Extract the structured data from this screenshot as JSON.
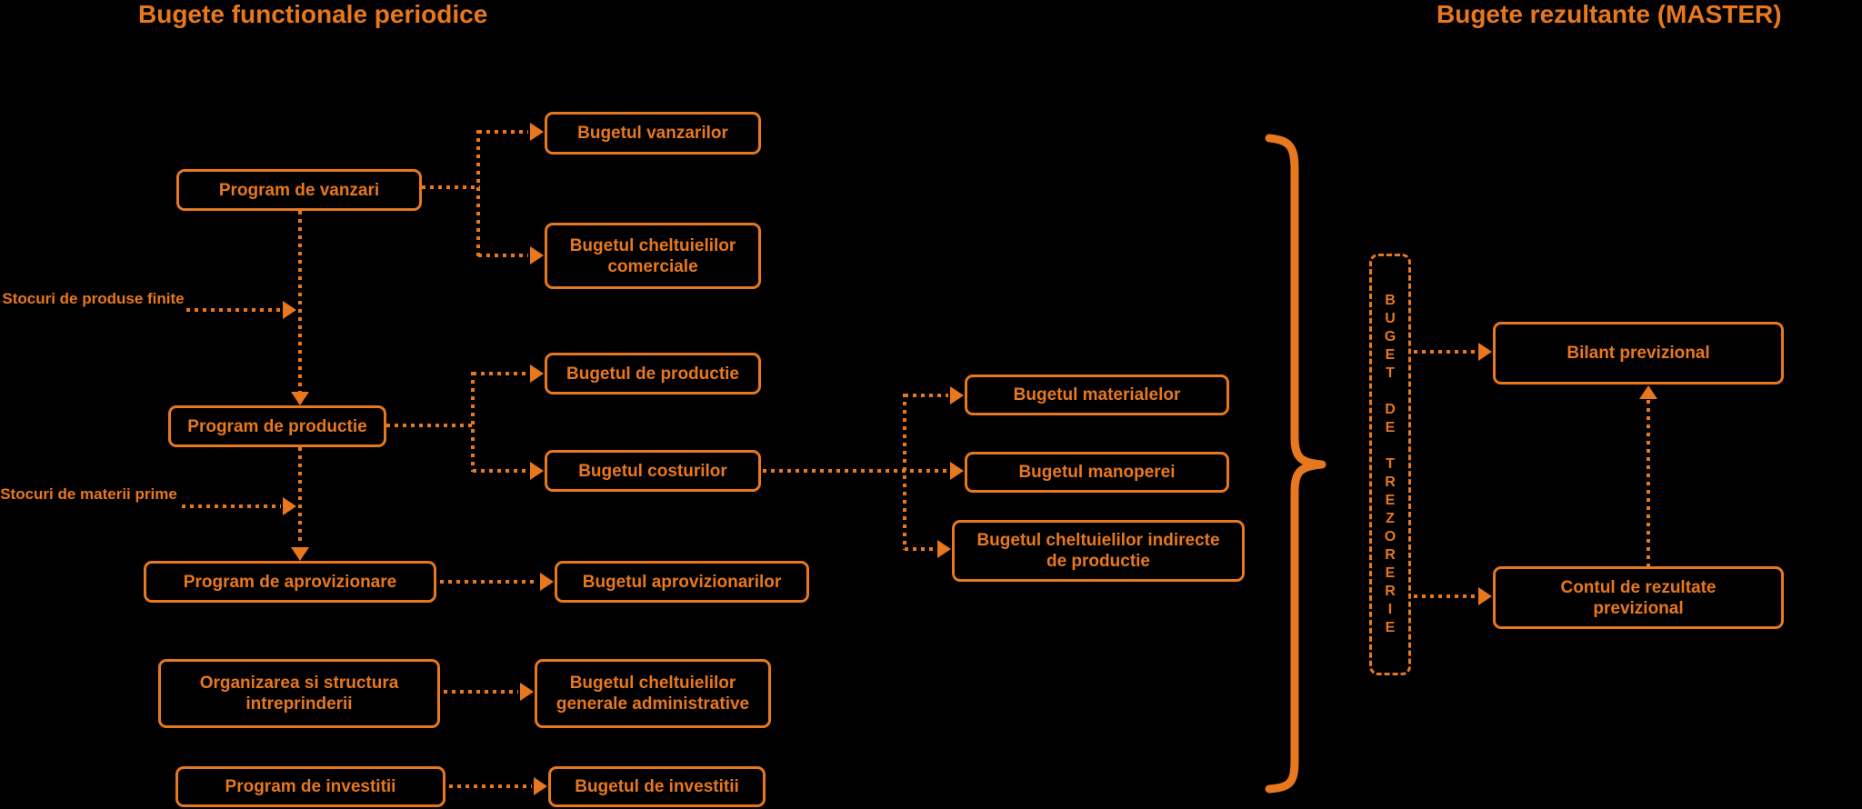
{
  "titles": {
    "left": "Bugete functionale periodice",
    "right": "Bugete rezultante (MASTER)"
  },
  "colors": {
    "accent": "#E8781E",
    "background": "#000000"
  },
  "functional": {
    "programs": [
      {
        "label": "Program de vanzari"
      },
      {
        "label": "Program de productie"
      },
      {
        "label": "Program de aprovizionare"
      },
      {
        "label": "Organizarea si structura intreprinderii"
      },
      {
        "label": "Program de investitii"
      }
    ],
    "budgets": [
      {
        "label": "Bugetul vanzarilor"
      },
      {
        "label": "Bugetul cheltuielilor comerciale"
      },
      {
        "label": "Bugetul de productie"
      },
      {
        "label": "Bugetul costurilor"
      },
      {
        "label": "Bugetul aprovizionarilor"
      },
      {
        "label": "Bugetul cheltuielilor generale administrative"
      },
      {
        "label": "Bugetul de investitii"
      }
    ],
    "cost_breakdown": [
      {
        "label": "Bugetul materialelor"
      },
      {
        "label": "Bugetul manoperei"
      },
      {
        "label": "Bugetul cheltuielilor indirecte de productie"
      }
    ],
    "stock_labels": [
      {
        "label": "Stocuri de produse finite"
      },
      {
        "label": "Stocuri de  materii prime"
      }
    ]
  },
  "master": {
    "treasury": "BUGET DE TREZORERIE",
    "outputs": [
      {
        "label": "Bilant previzional"
      },
      {
        "label": "Contul de rezultate previzional"
      }
    ]
  }
}
